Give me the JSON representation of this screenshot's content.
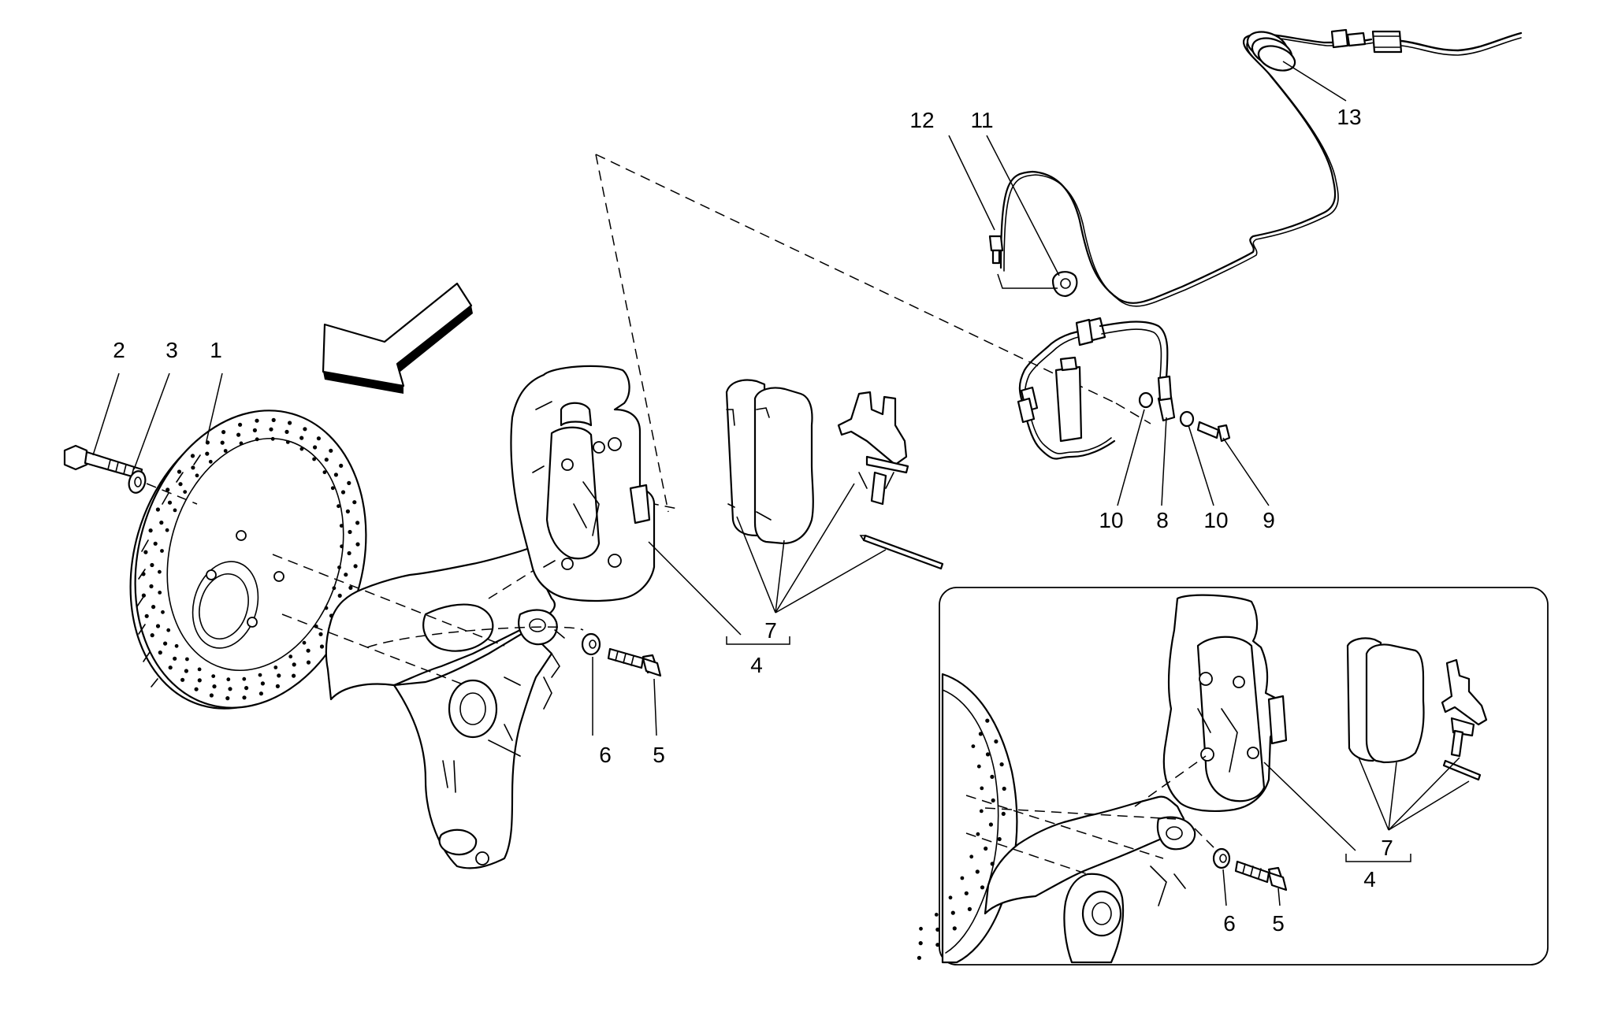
{
  "callouts": {
    "c1": "1",
    "c2": "2",
    "c3": "3",
    "c4": "4",
    "c5": "5",
    "c6": "6",
    "c7": "7",
    "c8": "8",
    "c9": "9",
    "c10a": "10",
    "c10b": "10",
    "c11": "11",
    "c12": "12",
    "c13": "13"
  },
  "inset_callouts": {
    "c4": "4",
    "c5": "5",
    "c6": "6",
    "c7": "7"
  },
  "icons": {
    "direction": "direction-arrow-icon"
  },
  "colors": {
    "line": "#000000",
    "background": "#ffffff"
  }
}
